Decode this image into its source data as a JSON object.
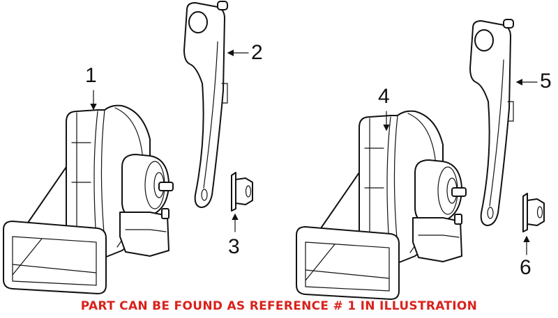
{
  "diagram": {
    "type": "parts-illustration",
    "subject": "horn assembly",
    "callouts": [
      {
        "id": "1",
        "label": "1",
        "part": "horn (left)"
      },
      {
        "id": "2",
        "label": "2",
        "part": "bracket (left)"
      },
      {
        "id": "3",
        "label": "3",
        "part": "nut (left)"
      },
      {
        "id": "4",
        "label": "4",
        "part": "horn (right)"
      },
      {
        "id": "5",
        "label": "5",
        "part": "bracket (right)"
      },
      {
        "id": "6",
        "label": "6",
        "part": "nut (right)"
      }
    ],
    "footer_note": "PART CAN BE FOUND AS REFERENCE # 1 IN ILLUSTRATION",
    "colors": {
      "line": "#111111",
      "footer_text": "#d9221c",
      "background": "#ffffff"
    }
  }
}
